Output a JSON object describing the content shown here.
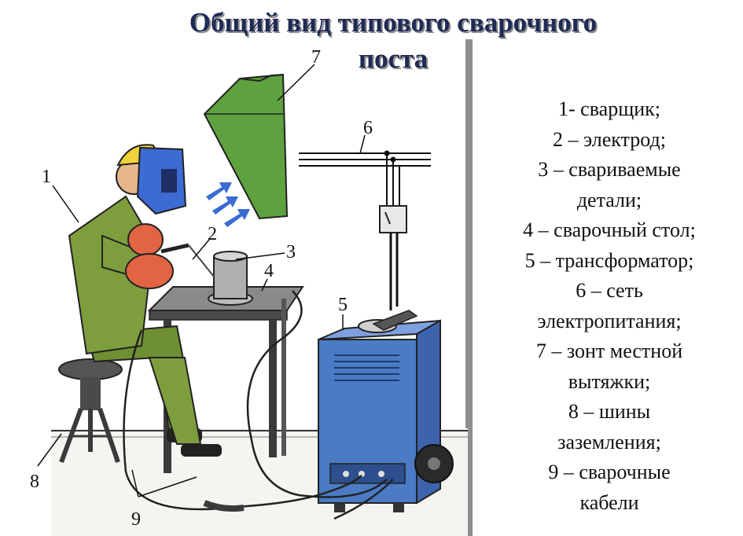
{
  "title": {
    "line1": "Общий вид типового сварочного",
    "line2": "поста"
  },
  "legend": [
    "1- сварщик;",
    "2 – электрод;",
    "3 – свариваемые",
    "детали;",
    "4 – сварочный стол;",
    "5 – трансформатор;",
    "6 – сеть",
    "электропитания;",
    "7 – зонт местной",
    "вытяжки;",
    "8 – шины",
    "заземления;",
    "9 – сварочные",
    "кабели"
  ],
  "callouts": [
    "1",
    "2",
    "3",
    "4",
    "5",
    "6",
    "7",
    "8",
    "9"
  ],
  "colors": {
    "title": "#1f2a55",
    "suit": "#7e9e3e",
    "hood": "#5ea23f",
    "helmet": "#3b6bd3",
    "gloves": "#e26443",
    "transformer": "#4a7bc4",
    "arrows": "#3b6bd3",
    "divider": "#8e8e8e"
  }
}
